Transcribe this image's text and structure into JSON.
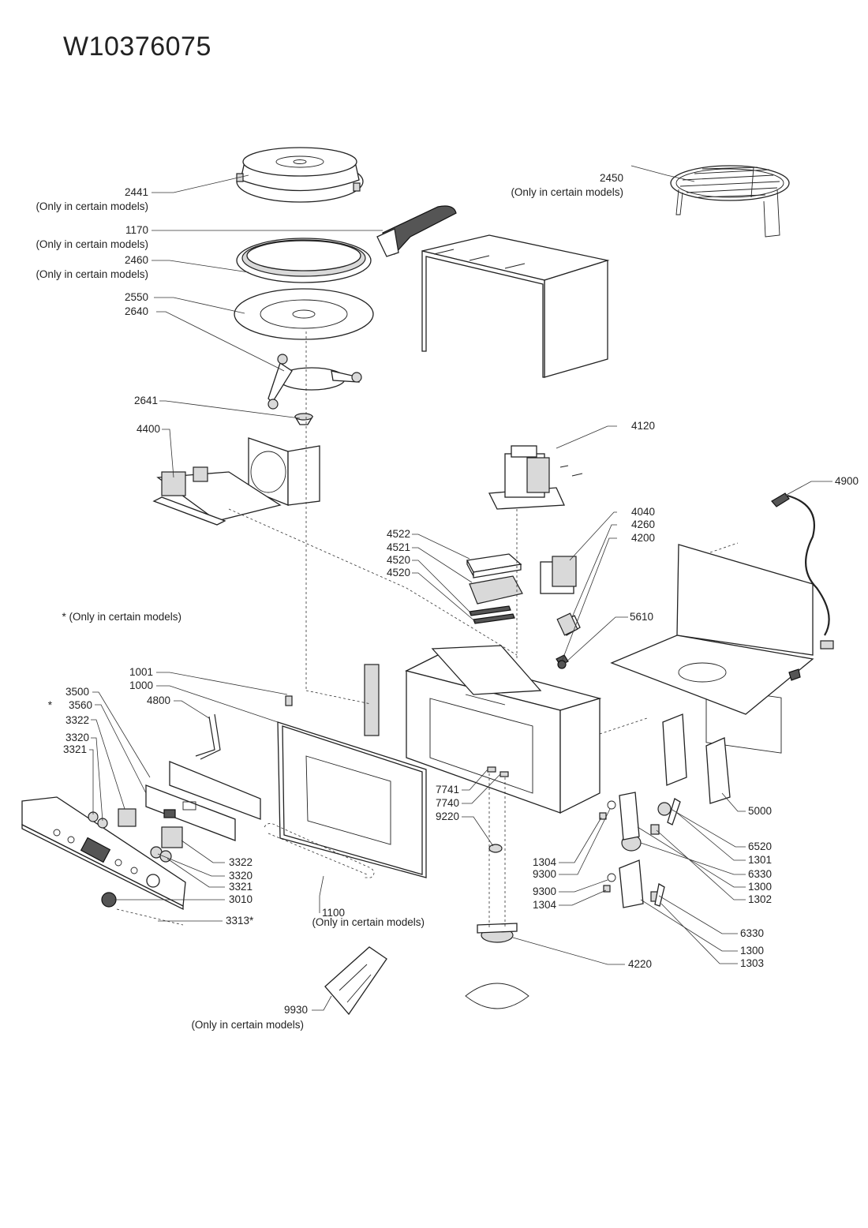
{
  "title": "W10376075",
  "note": "* (Only in certain models)",
  "callouts": [
    {
      "id": "2441",
      "text": "2441",
      "sub": "(Only in certain models)"
    },
    {
      "id": "2450",
      "text": "2450",
      "sub": "(Only in certain models)"
    },
    {
      "id": "1170",
      "text": "1170",
      "sub": "(Only in certain models)"
    },
    {
      "id": "2460",
      "text": "2460",
      "sub": "(Only in certain models)"
    },
    {
      "id": "2550",
      "text": "2550"
    },
    {
      "id": "2640",
      "text": "2640"
    },
    {
      "id": "2641",
      "text": "2641"
    },
    {
      "id": "4400",
      "text": "4400"
    },
    {
      "id": "4120",
      "text": "4120"
    },
    {
      "id": "4900",
      "text": "4900"
    },
    {
      "id": "4040",
      "text": "4040"
    },
    {
      "id": "4260",
      "text": "4260"
    },
    {
      "id": "4200",
      "text": "4200"
    },
    {
      "id": "4522",
      "text": "4522"
    },
    {
      "id": "4521",
      "text": "4521"
    },
    {
      "id": "4520a",
      "text": "4520"
    },
    {
      "id": "4520b",
      "text": "4520"
    },
    {
      "id": "5610",
      "text": "5610"
    },
    {
      "id": "1001",
      "text": "1001"
    },
    {
      "id": "1000",
      "text": "1000"
    },
    {
      "id": "3500",
      "text": "3500"
    },
    {
      "id": "3560",
      "text": "3560",
      "star": "*"
    },
    {
      "id": "4800",
      "text": "4800"
    },
    {
      "id": "3322a",
      "text": "3322"
    },
    {
      "id": "3320a",
      "text": "3320"
    },
    {
      "id": "3321a",
      "text": "3321"
    },
    {
      "id": "7741",
      "text": "7741"
    },
    {
      "id": "7740",
      "text": "7740"
    },
    {
      "id": "9220",
      "text": "9220"
    },
    {
      "id": "5000",
      "text": "5000"
    },
    {
      "id": "6520",
      "text": "6520"
    },
    {
      "id": "1301",
      "text": "1301"
    },
    {
      "id": "6330a",
      "text": "6330"
    },
    {
      "id": "1300a",
      "text": "1300"
    },
    {
      "id": "1302",
      "text": "1302"
    },
    {
      "id": "1304a",
      "text": "1304"
    },
    {
      "id": "9300a",
      "text": "9300"
    },
    {
      "id": "9300b",
      "text": "9300"
    },
    {
      "id": "1304b",
      "text": "1304"
    },
    {
      "id": "3322b",
      "text": "3322"
    },
    {
      "id": "3320b",
      "text": "3320"
    },
    {
      "id": "3321b",
      "text": "3321"
    },
    {
      "id": "3010",
      "text": "3010"
    },
    {
      "id": "3313",
      "text": "3313*"
    },
    {
      "id": "1100",
      "text": "1100",
      "sub": "(Only in certain models)"
    },
    {
      "id": "6330b",
      "text": "6330"
    },
    {
      "id": "1300b",
      "text": "1300"
    },
    {
      "id": "1303",
      "text": "1303"
    },
    {
      "id": "4220",
      "text": "4220"
    },
    {
      "id": "9930",
      "text": "9930",
      "sub": "(Only in certain models)"
    }
  ]
}
